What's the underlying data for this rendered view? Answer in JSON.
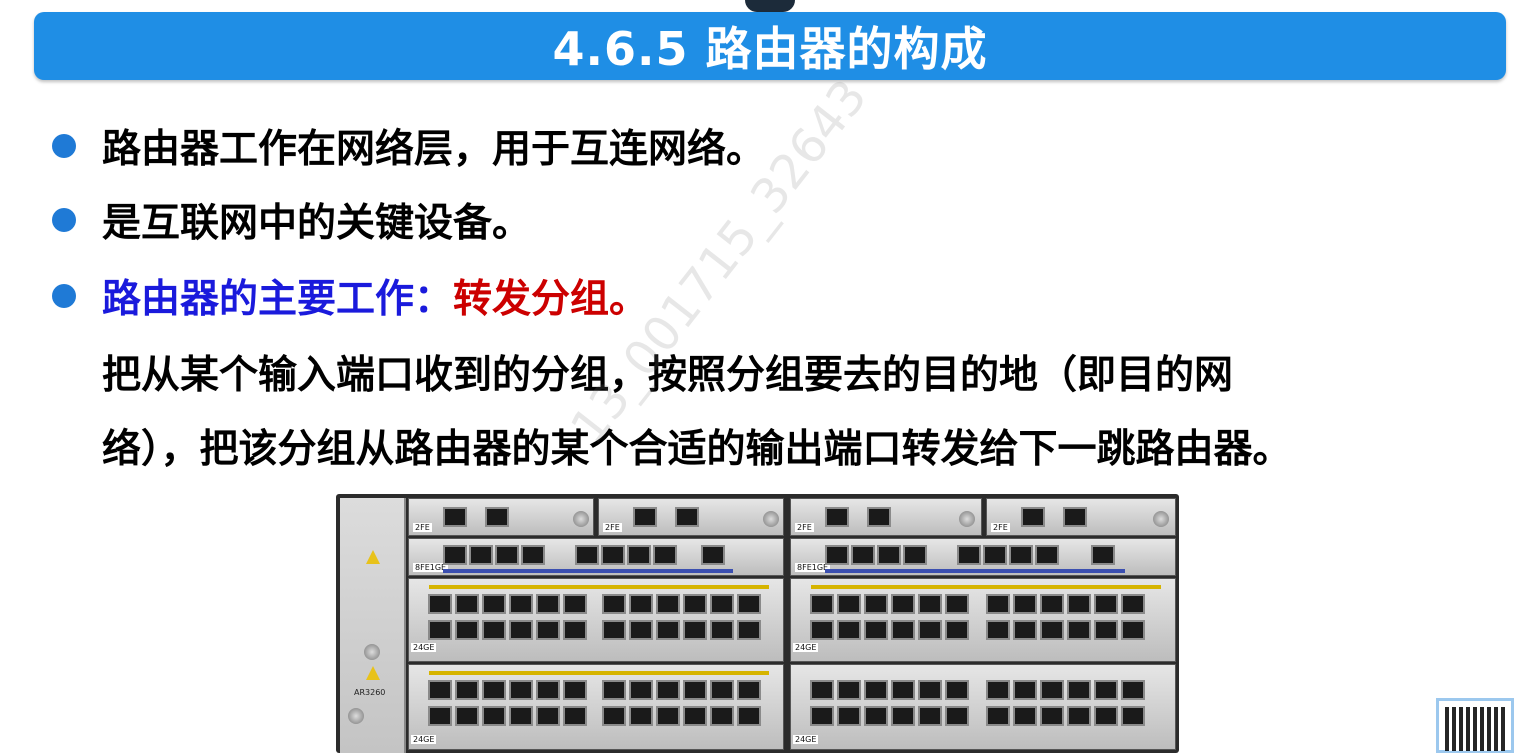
{
  "title": "4.6.5  路由器的构成",
  "bullets": [
    {
      "text": "路由器工作在网络层，用于互连网络。"
    },
    {
      "text": "是互联网中的关键设备。"
    },
    {
      "text_blue": "路由器的主要工作：",
      "text_red": "转发分组。"
    }
  ],
  "paragraph": {
    "line1": "把从某个输入端口收到的分组，按照分组要去的目的地（即目的网",
    "line2": "络），把该分组从路由器的某个合适的输出端口转发给下一跳路由器。"
  },
  "watermark": "13_001715_32643",
  "router_image": {
    "model": "AR3260",
    "labels": [
      "2FE",
      "2FE",
      "2FE",
      "2FE",
      "8FE1GE",
      "8FE1GE",
      "24GE",
      "24GE",
      "24GE",
      "24GE"
    ]
  },
  "colors": {
    "title_bar": "#1f8ee5",
    "bullet": "#1f7ad6",
    "highlight_blue": "#1a1adc",
    "highlight_red": "#cc0000"
  }
}
